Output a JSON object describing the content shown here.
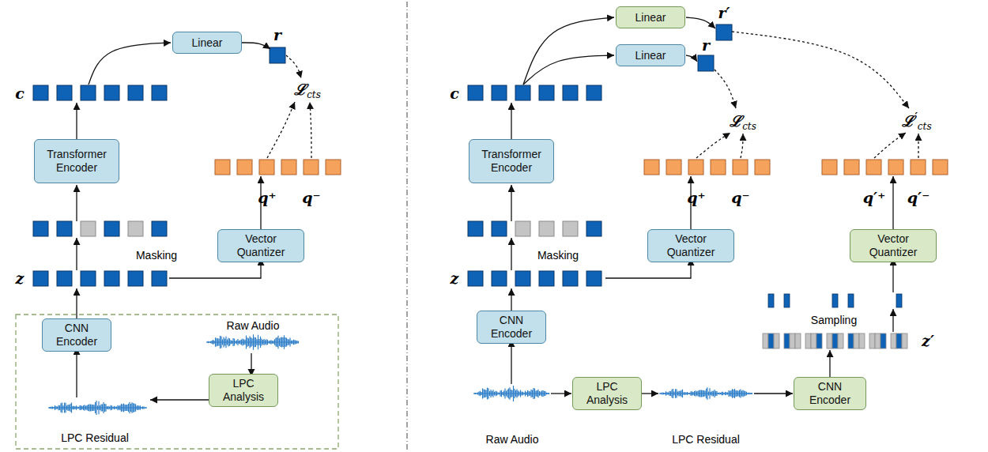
{
  "diagram": {
    "nodes": [
      {
        "text": [
          "Linear"
        ]
      },
      {
        "text": [
          "Transformer Encoder"
        ]
      },
      {
        "text": [
          "Vector Quantizer"
        ]
      },
      {
        "text": [
          "CNN Encoder"
        ]
      },
      {
        "text": [
          "LPC Analysis"
        ]
      },
      {
        "text": [
          "Linear"
        ]
      },
      {
        "text": [
          "Linear"
        ]
      },
      {
        "text": [
          "Transformer Encoder"
        ]
      },
      {
        "text": [
          "Vector Quantizer"
        ]
      },
      {
        "text": [
          "Vector Quantizer"
        ]
      },
      {
        "text": [
          "CNN Encoder"
        ]
      },
      {
        "text": [
          "LPC Analysis"
        ]
      },
      {
        "text": [
          "CNN Encoder"
        ]
      }
    ],
    "labels": [
      "c",
      "r",
      "ℒcts",
      "q⁺",
      "q⁻",
      "Masking",
      "z",
      "Raw Audio",
      "LPC Residual",
      "r′",
      "r",
      "c",
      "ℒcts",
      "ℒ′cts",
      "q⁺",
      "q⁻",
      "q′⁺",
      "q′⁻",
      "Masking",
      "Sampling",
      "z",
      "z′",
      "Raw Audio",
      "LPC Residual"
    ]
  }
}
